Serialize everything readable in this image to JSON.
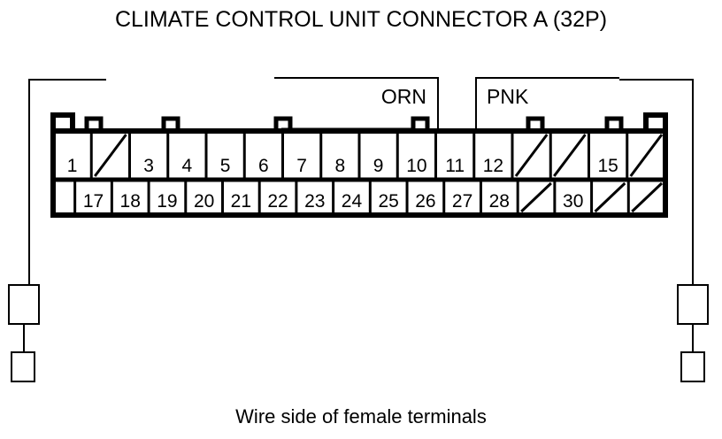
{
  "diagram": {
    "title": "CLIMATE CONTROL UNIT CONNECTOR A (32P)",
    "caption": "Wire side of female terminals",
    "connector_name": "CLIMATE CONTROL UNIT CONNECTOR A",
    "pin_count_label": "(32P)",
    "colors": {
      "line": "#000000",
      "background": "#ffffff"
    },
    "wire_labels": [
      {
        "name": "orn-wire-label",
        "text": "ORN"
      },
      {
        "name": "pnk-wire-label",
        "text": "PNK"
      }
    ],
    "top_row": [
      {
        "label": "1",
        "blank": false
      },
      {
        "label": "",
        "blank": true
      },
      {
        "label": "3",
        "blank": false
      },
      {
        "label": "4",
        "blank": false
      },
      {
        "label": "5",
        "blank": false
      },
      {
        "label": "6",
        "blank": false
      },
      {
        "label": "7",
        "blank": false
      },
      {
        "label": "8",
        "blank": false
      },
      {
        "label": "9",
        "blank": false
      },
      {
        "label": "10",
        "blank": false
      },
      {
        "label": "11",
        "blank": false
      },
      {
        "label": "12",
        "blank": false
      },
      {
        "label": "",
        "blank": true
      },
      {
        "label": "",
        "blank": true
      },
      {
        "label": "15",
        "blank": false
      },
      {
        "label": "",
        "blank": true
      }
    ],
    "bottom_row": [
      {
        "label": "",
        "blank": false,
        "empty": true
      },
      {
        "label": "17",
        "blank": false
      },
      {
        "label": "18",
        "blank": false
      },
      {
        "label": "19",
        "blank": false
      },
      {
        "label": "20",
        "blank": false
      },
      {
        "label": "21",
        "blank": false
      },
      {
        "label": "22",
        "blank": false
      },
      {
        "label": "23",
        "blank": false
      },
      {
        "label": "24",
        "blank": false
      },
      {
        "label": "25",
        "blank": false
      },
      {
        "label": "26",
        "blank": false
      },
      {
        "label": "27",
        "blank": false
      },
      {
        "label": "28",
        "blank": false
      },
      {
        "label": "",
        "blank": true
      },
      {
        "label": "30",
        "blank": false
      },
      {
        "label": "",
        "blank": true
      },
      {
        "label": "",
        "blank": true
      }
    ]
  }
}
